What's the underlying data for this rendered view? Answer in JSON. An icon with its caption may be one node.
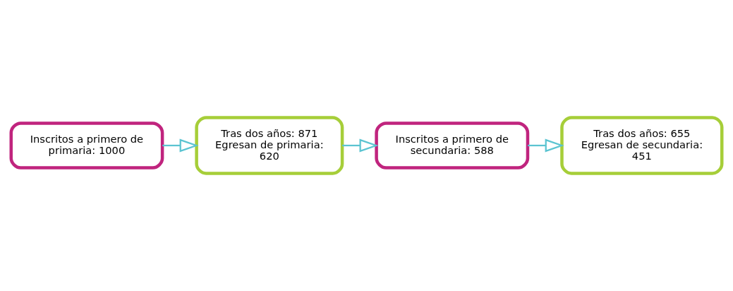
{
  "diagram": {
    "nodes": [
      {
        "text": [
          "Inscritos a primero de primaria: 1000"
        ]
      },
      {
        "text": [
          "Tras dos años: 871",
          "Egresan de primaria: 620"
        ]
      },
      {
        "text": [
          "Inscritos a primero de secundaria: 588"
        ]
      },
      {
        "text": [
          "Tras dos años: 655",
          "Egresan de secundaria: 451"
        ]
      }
    ],
    "edges": [
      {
        "from": 0,
        "to": 1,
        "arrow": "to"
      },
      {
        "from": 1,
        "to": 2,
        "arrow": "to"
      },
      {
        "from": 2,
        "to": 3,
        "arrow": "to"
      }
    ]
  }
}
